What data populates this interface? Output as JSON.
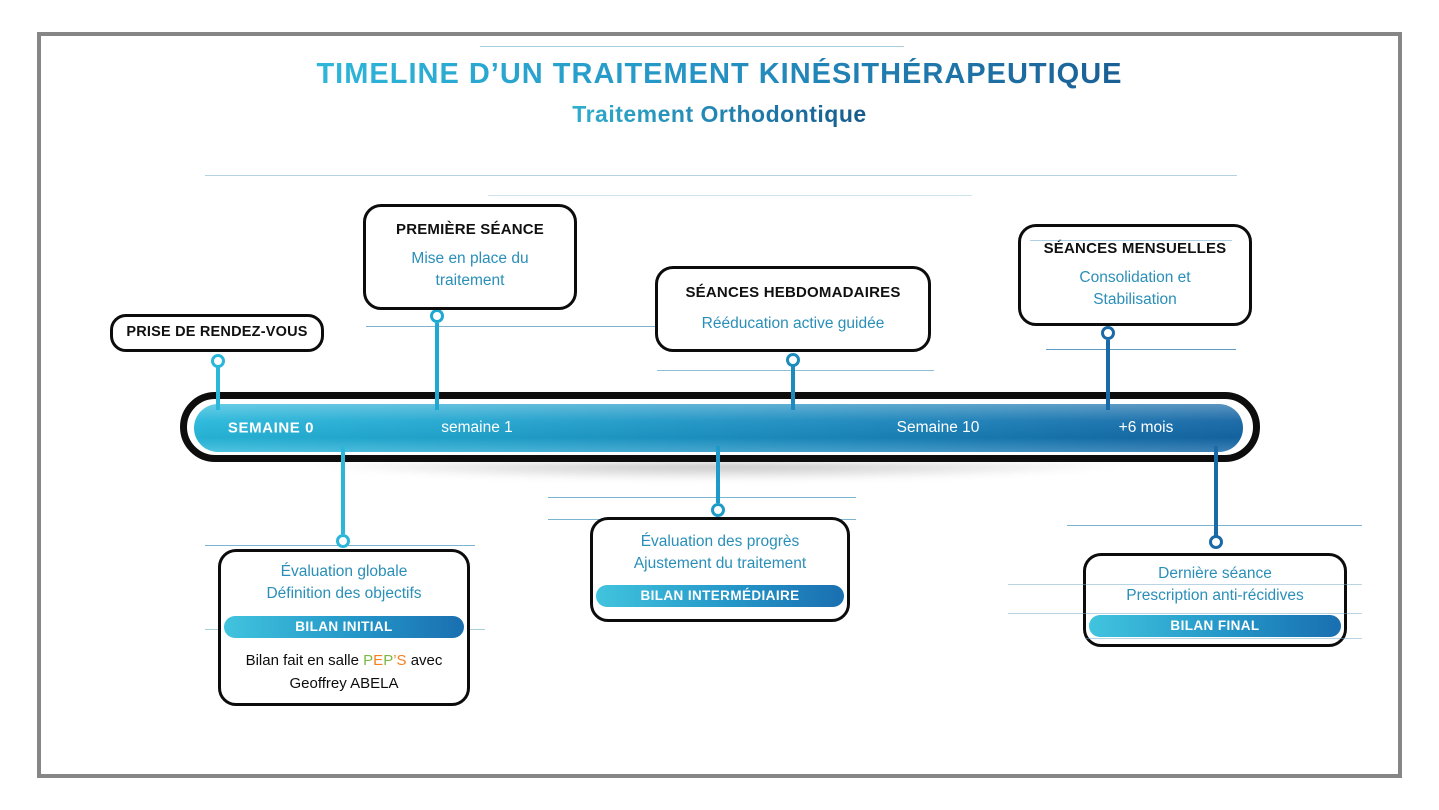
{
  "header": {
    "title": "TIMELINE D’UN TRAITEMENT KINÉSITHÉRAPEUTIQUE",
    "subtitle": "Traitement Orthodontique"
  },
  "timeline": {
    "markers": [
      {
        "label": "SEMAINE 0"
      },
      {
        "label": "semaine 1"
      },
      {
        "label": "Semaine 10"
      },
      {
        "label": "+6 mois"
      }
    ]
  },
  "events_top": [
    {
      "title": "PRISE DE RENDEZ-VOUS",
      "description": ""
    },
    {
      "title": "PREMIÈRE SÉANCE",
      "description": "Mise en place du traitement"
    },
    {
      "title": "SÉANCES HEBDOMADAIRES",
      "description": "Rééducation active guidée"
    },
    {
      "title": "SÉANCES MENSUELLES",
      "description": "Consolidation et Stabilisation"
    }
  ],
  "events_bottom": [
    {
      "line1": "Évaluation globale",
      "line2": "Définition des objectifs",
      "badge": "BILAN INITIAL",
      "note": {
        "prefix": "Bilan fait en salle ",
        "brand_p1": "P",
        "brand_e": "E",
        "brand_p2": "P",
        "brand_s": "’S",
        "suffix": " avec",
        "line2": "Geoffrey ABELA"
      }
    },
    {
      "line1": "Évaluation des progrès",
      "line2": "Ajustement du traitement",
      "badge": "BILAN INTERMÉDIAIRE"
    },
    {
      "line1": "Dernière séance",
      "line2": "Prescription anti-récidives",
      "badge": "BILAN FINAL"
    }
  ],
  "colors": {
    "accent_light": "#2eb6d9",
    "accent_dark": "#185f95",
    "bar_left": "#27b7da",
    "bar_right": "#1465a4",
    "body_text": "#2a8fb8",
    "pep_green": "#7db843",
    "pep_orange": "#f58220"
  }
}
